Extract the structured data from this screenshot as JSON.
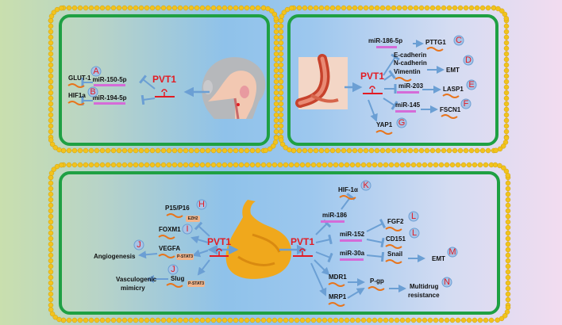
{
  "hub_label": "PVT1",
  "panel_head": {
    "targets": [
      {
        "mirna": "miR-150-5p",
        "gene": "GLUT-1",
        "letter": "A"
      },
      {
        "mirna": "miR-194-5p",
        "gene": "HIF1a",
        "letter": "B"
      }
    ]
  },
  "panel_eso": {
    "mirnas": [
      "miR-186-5p",
      "miR-203",
      "miR-145"
    ],
    "targets": [
      "PTTG1",
      "LASP1",
      "FSCN1"
    ],
    "emt_markers": [
      "E-cadherin",
      "N-cadherin",
      "Vimentin"
    ],
    "emt_label": "EMT",
    "yap": "YAP1",
    "letters": [
      "C",
      "D",
      "E",
      "F",
      "G"
    ]
  },
  "panel_gastric": {
    "left": {
      "p15": "P15/P16",
      "ezh2": "EZH2",
      "foxm1": "FOXM1",
      "vegfa": "VEGFA",
      "pstat3": "P-STAT3",
      "slug": "Slug",
      "angiogenesis": "Angiogenesis",
      "vasculogenic": [
        "Vasculogenic",
        "mimicry"
      ],
      "letters": [
        "H",
        "I",
        "J",
        "J"
      ]
    },
    "right": {
      "mir186": "miR-186",
      "hif": "HIF-1α",
      "mir152": "miR-152",
      "fgf2": "FGF2",
      "cd151": "CD151",
      "mir30a": "miR-30a",
      "snail": "Snail",
      "emt": "EMT",
      "mdr1": "MDR1",
      "mrp1": "MRP1",
      "pgp": "P-gp",
      "multidrug": [
        "Multidrug",
        "resistance"
      ],
      "letters": [
        "K",
        "L",
        "L",
        "M",
        "N"
      ]
    }
  },
  "colors": {
    "arrow": "#6b9fd4",
    "hub": "#e21b23",
    "border": "#1fa043",
    "dot": "#f2c31c",
    "mirna_bar": "#d56bd8",
    "gene": "#e8741b"
  }
}
